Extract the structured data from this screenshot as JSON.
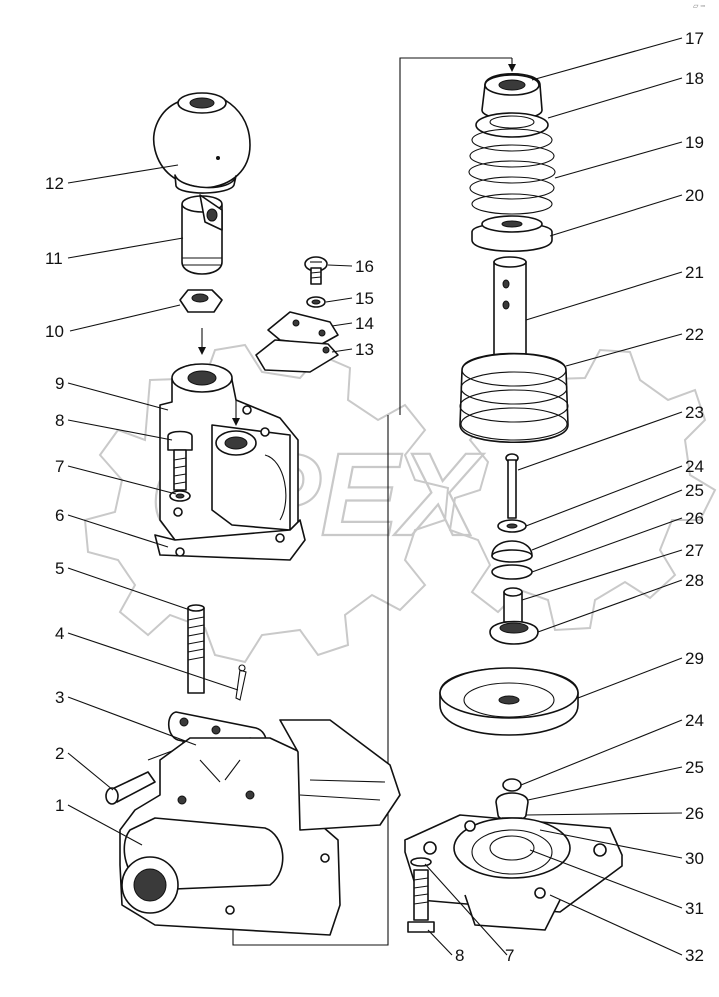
{
  "watermark": {
    "text": "OPEX"
  },
  "corner_mark": "▱ ▫▫",
  "callouts": [
    {
      "id": "c1",
      "label": "1"
    },
    {
      "id": "c2",
      "label": "2"
    },
    {
      "id": "c3",
      "label": "3"
    },
    {
      "id": "c4",
      "label": "4"
    },
    {
      "id": "c5",
      "label": "5"
    },
    {
      "id": "c6",
      "label": "6"
    },
    {
      "id": "c7a",
      "label": "7"
    },
    {
      "id": "c8a",
      "label": "8"
    },
    {
      "id": "c9",
      "label": "9"
    },
    {
      "id": "c10",
      "label": "10"
    },
    {
      "id": "c11",
      "label": "11"
    },
    {
      "id": "c12",
      "label": "12"
    },
    {
      "id": "c13",
      "label": "13"
    },
    {
      "id": "c14",
      "label": "14"
    },
    {
      "id": "c15",
      "label": "15"
    },
    {
      "id": "c16",
      "label": "16"
    },
    {
      "id": "c17",
      "label": "17"
    },
    {
      "id": "c18",
      "label": "18"
    },
    {
      "id": "c19",
      "label": "19"
    },
    {
      "id": "c20",
      "label": "20"
    },
    {
      "id": "c21",
      "label": "21"
    },
    {
      "id": "c22",
      "label": "22"
    },
    {
      "id": "c23",
      "label": "23"
    },
    {
      "id": "c24a",
      "label": "24"
    },
    {
      "id": "c25a",
      "label": "25"
    },
    {
      "id": "c26a",
      "label": "26"
    },
    {
      "id": "c27",
      "label": "27"
    },
    {
      "id": "c28",
      "label": "28"
    },
    {
      "id": "c29",
      "label": "29"
    },
    {
      "id": "c24b",
      "label": "24"
    },
    {
      "id": "c25b",
      "label": "25"
    },
    {
      "id": "c26b",
      "label": "26"
    },
    {
      "id": "c30",
      "label": "30"
    },
    {
      "id": "c31",
      "label": "31"
    },
    {
      "id": "c32",
      "label": "32"
    },
    {
      "id": "c8b",
      "label": "8"
    },
    {
      "id": "c7b",
      "label": "7"
    }
  ]
}
